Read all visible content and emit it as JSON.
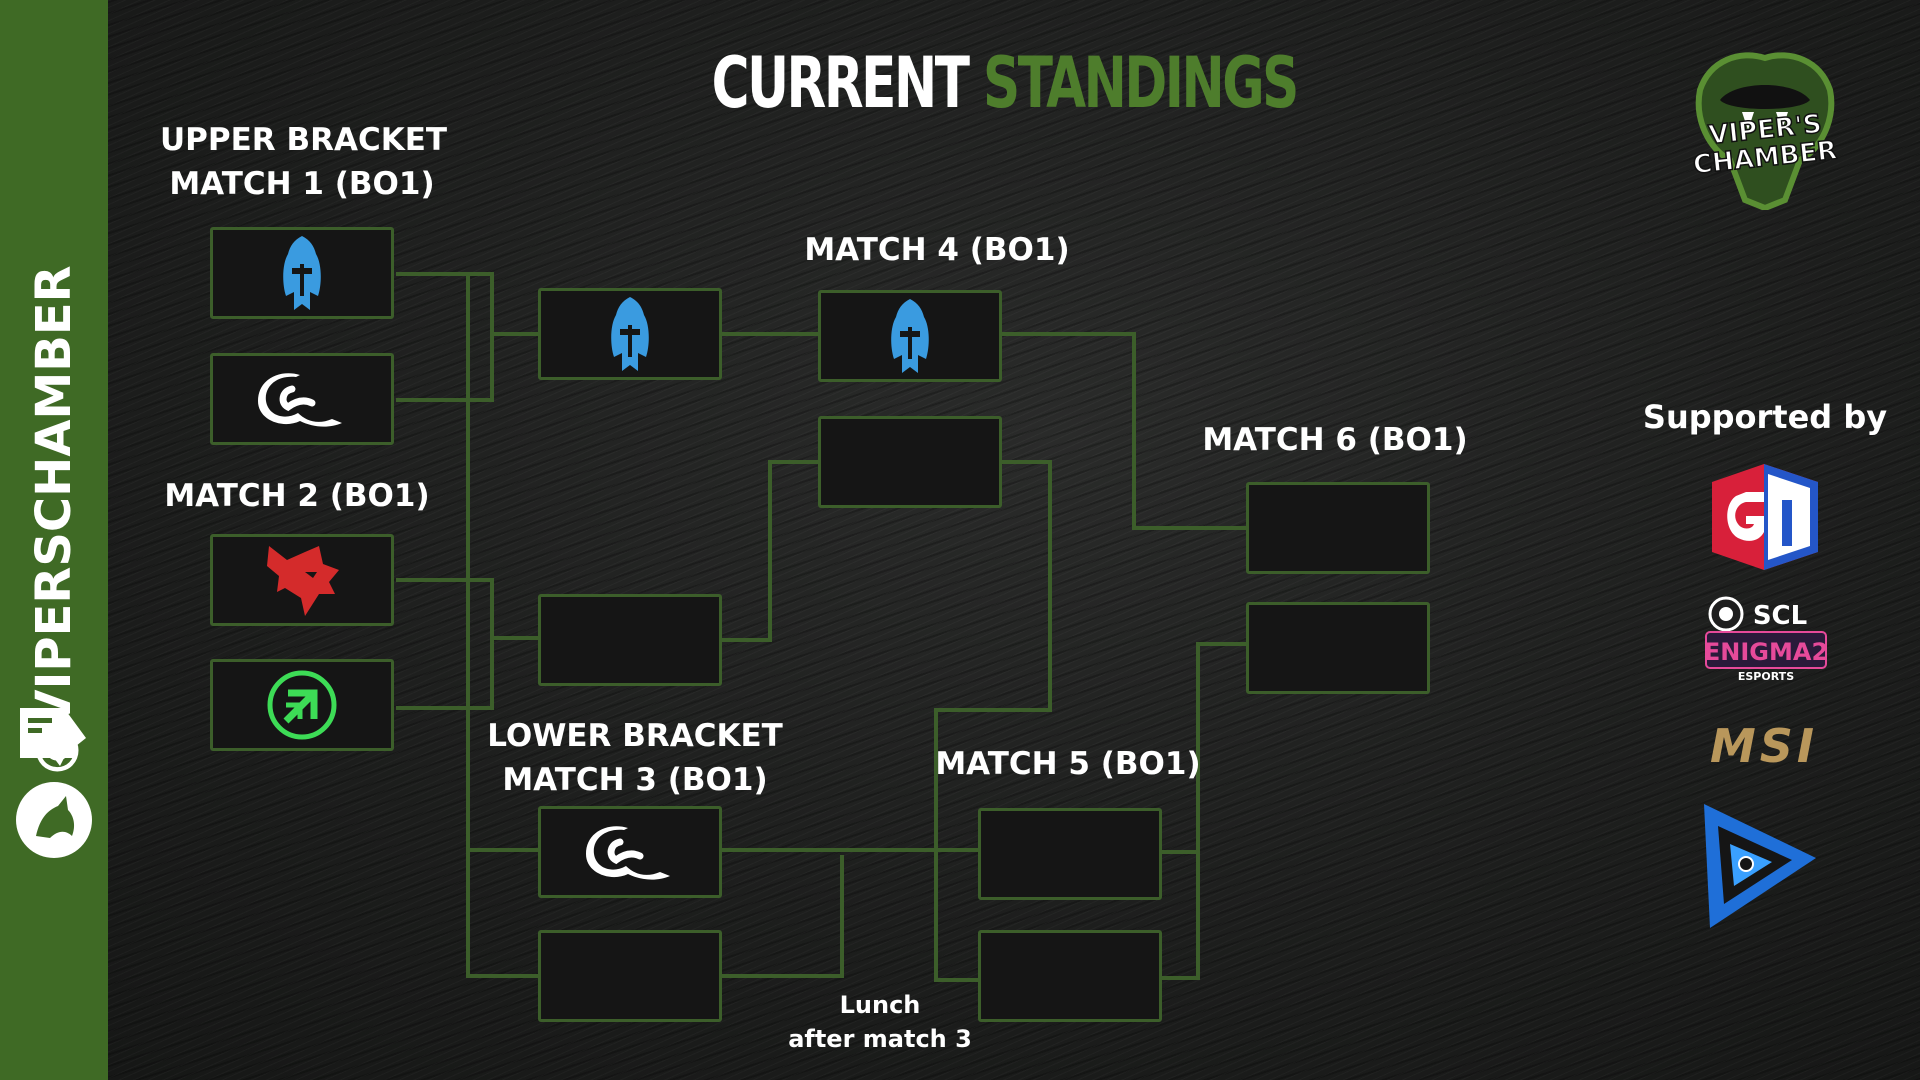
{
  "title": {
    "word1": "CURRENT",
    "word2": "STANDINGS"
  },
  "sidebar": {
    "handle": "@VIPERSCHAMBER",
    "icons": [
      "tiktok-icon",
      "twitch-icon",
      "fox-icon"
    ]
  },
  "brand": {
    "line1": "VIPER'S",
    "line2": "CHAMBER"
  },
  "labels": {
    "upper_line1": "UPPER BRACKET",
    "upper_line2": "MATCH 1 (BO1)",
    "match2": "MATCH 2 (BO1)",
    "match4": "MATCH 4 (BO1)",
    "match6": "MATCH 6 (BO1)",
    "lower_line1": "LOWER BRACKET",
    "lower_line2": "MATCH 3 (BO1)",
    "match5": "MATCH 5 (BO1)"
  },
  "note": {
    "line1": "Lunch",
    "line2": "after match 3"
  },
  "sponsors": {
    "title": "Supported by",
    "items": [
      {
        "name": "GG logo",
        "icon": "gg-logo"
      },
      {
        "name": "SCL",
        "text": "SCL"
      },
      {
        "name": "ENIGMA2",
        "text": "ENIGMA2"
      },
      {
        "name": "ESPORTS",
        "text": "ESPORTS"
      },
      {
        "name": "MSI",
        "text": "MSI"
      },
      {
        "name": "triangle logo",
        "icon": "triangle-logo"
      }
    ]
  },
  "colors": {
    "accent_green": "#4e7d2c",
    "sidebar_green": "#3f6a25",
    "line_green": "#3c5e2a",
    "slot_bg": "#151515"
  },
  "teams": {
    "spartan": {
      "icon": "spartan-helmet-icon",
      "color": "#3a9be0"
    },
    "wave": {
      "icon": "wave-icon",
      "color": "#ffffff"
    },
    "wolf": {
      "icon": "red-wolf-icon",
      "color": "#d42b2b"
    },
    "arrow": {
      "icon": "green-arrow-icon",
      "color": "#3ddc56"
    }
  }
}
